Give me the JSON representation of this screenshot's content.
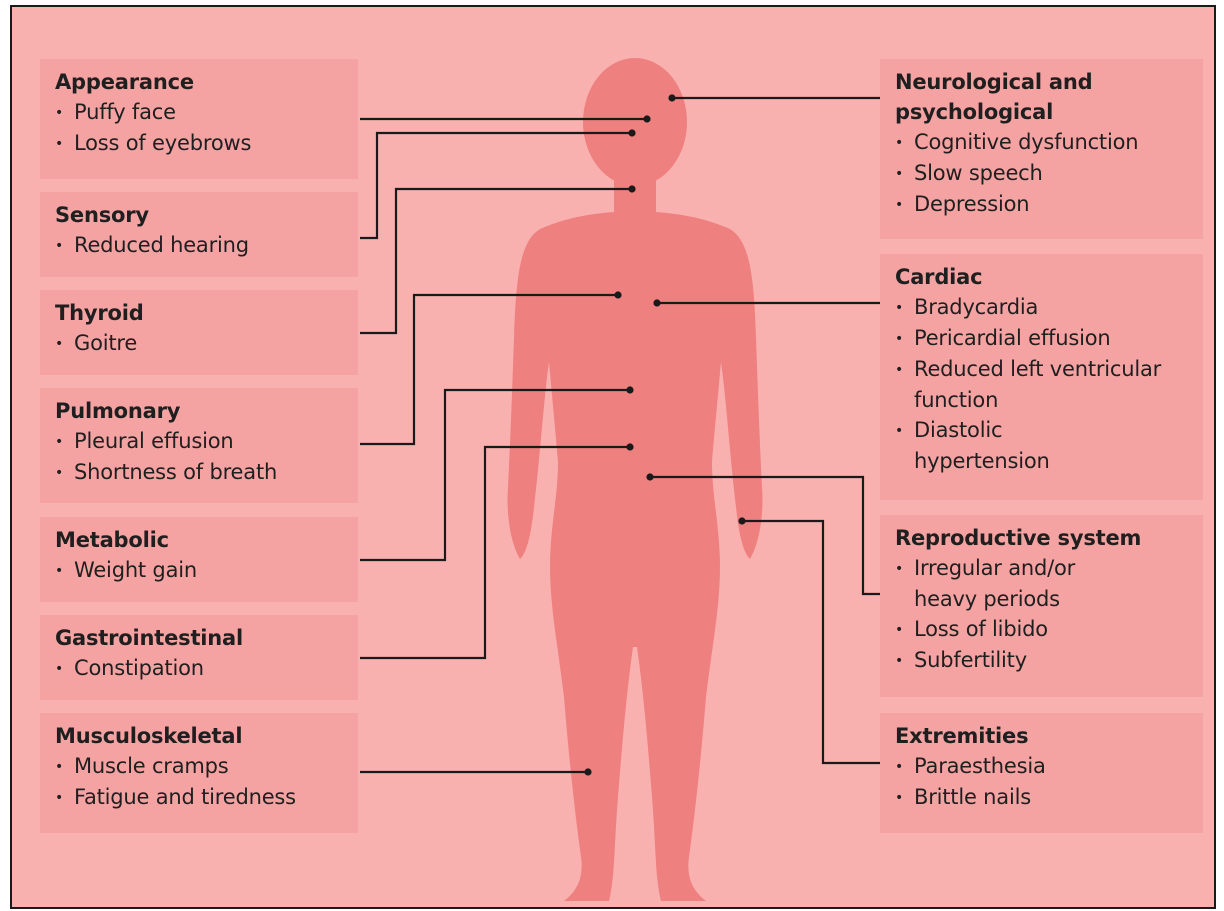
{
  "left_boxes": [
    {
      "title": "Appearance",
      "items": [
        "Puffy face",
        "Loss of eyebrows"
      ]
    },
    {
      "title": "Sensory",
      "items": [
        "Reduced hearing"
      ]
    },
    {
      "title": "Thyroid",
      "items": [
        "Goitre"
      ]
    },
    {
      "title": "Pulmonary",
      "items": [
        "Pleural effusion",
        "Shortness of breath"
      ]
    },
    {
      "title": "Metabolic",
      "items": [
        "Weight gain"
      ]
    },
    {
      "title": "Gastrointestinal",
      "items": [
        "Constipation"
      ]
    },
    {
      "title": "Musculoskeletal",
      "items": [
        "Muscle cramps",
        "Fatigue and tiredness"
      ]
    }
  ],
  "right_boxes": [
    {
      "title": "Neurological and psychological",
      "items": [
        "Cognitive dysfunction",
        "Slow speech",
        "Depression"
      ]
    },
    {
      "title": "Cardiac",
      "items": [
        "Bradycardia",
        "Pericardial effusion",
        "Reduced left ventricular function",
        "Diastolic hypertension"
      ]
    },
    {
      "title": "Reproductive system",
      "items": [
        "Irregular and/or heavy periods",
        "Loss of libido",
        "Subfertility"
      ]
    },
    {
      "title": "Extremities",
      "items": [
        "Paraesthesia",
        "Brittle nails"
      ]
    }
  ],
  "colors": {
    "background": "#f9b1b0",
    "box": "#f4a3a2",
    "body_silhouette": "#ef8080",
    "line": "#1a1a1a"
  }
}
